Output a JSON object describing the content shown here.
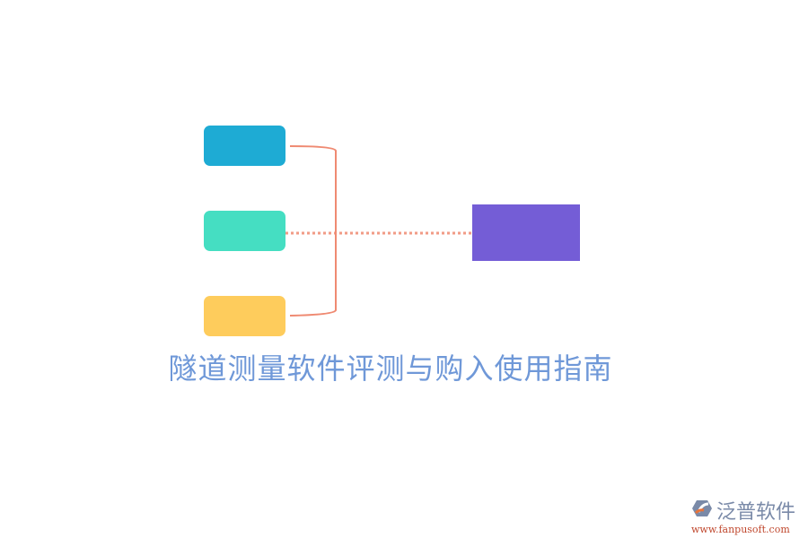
{
  "diagram": {
    "title": "隧道测量软件评测与购入使用指南",
    "title_color": "#6f98d8",
    "connector_color": "#ef8a72",
    "nodes": [
      {
        "id": "left-top",
        "color": "#1eabd4",
        "label": ""
      },
      {
        "id": "left-middle",
        "color": "#45dec2",
        "label": ""
      },
      {
        "id": "left-bottom",
        "color": "#fecc5c",
        "label": ""
      },
      {
        "id": "right-target",
        "color": "#745dd6",
        "label": ""
      }
    ]
  },
  "watermark": {
    "brand": "泛普软件",
    "url": "www.fanpusoft.com"
  }
}
